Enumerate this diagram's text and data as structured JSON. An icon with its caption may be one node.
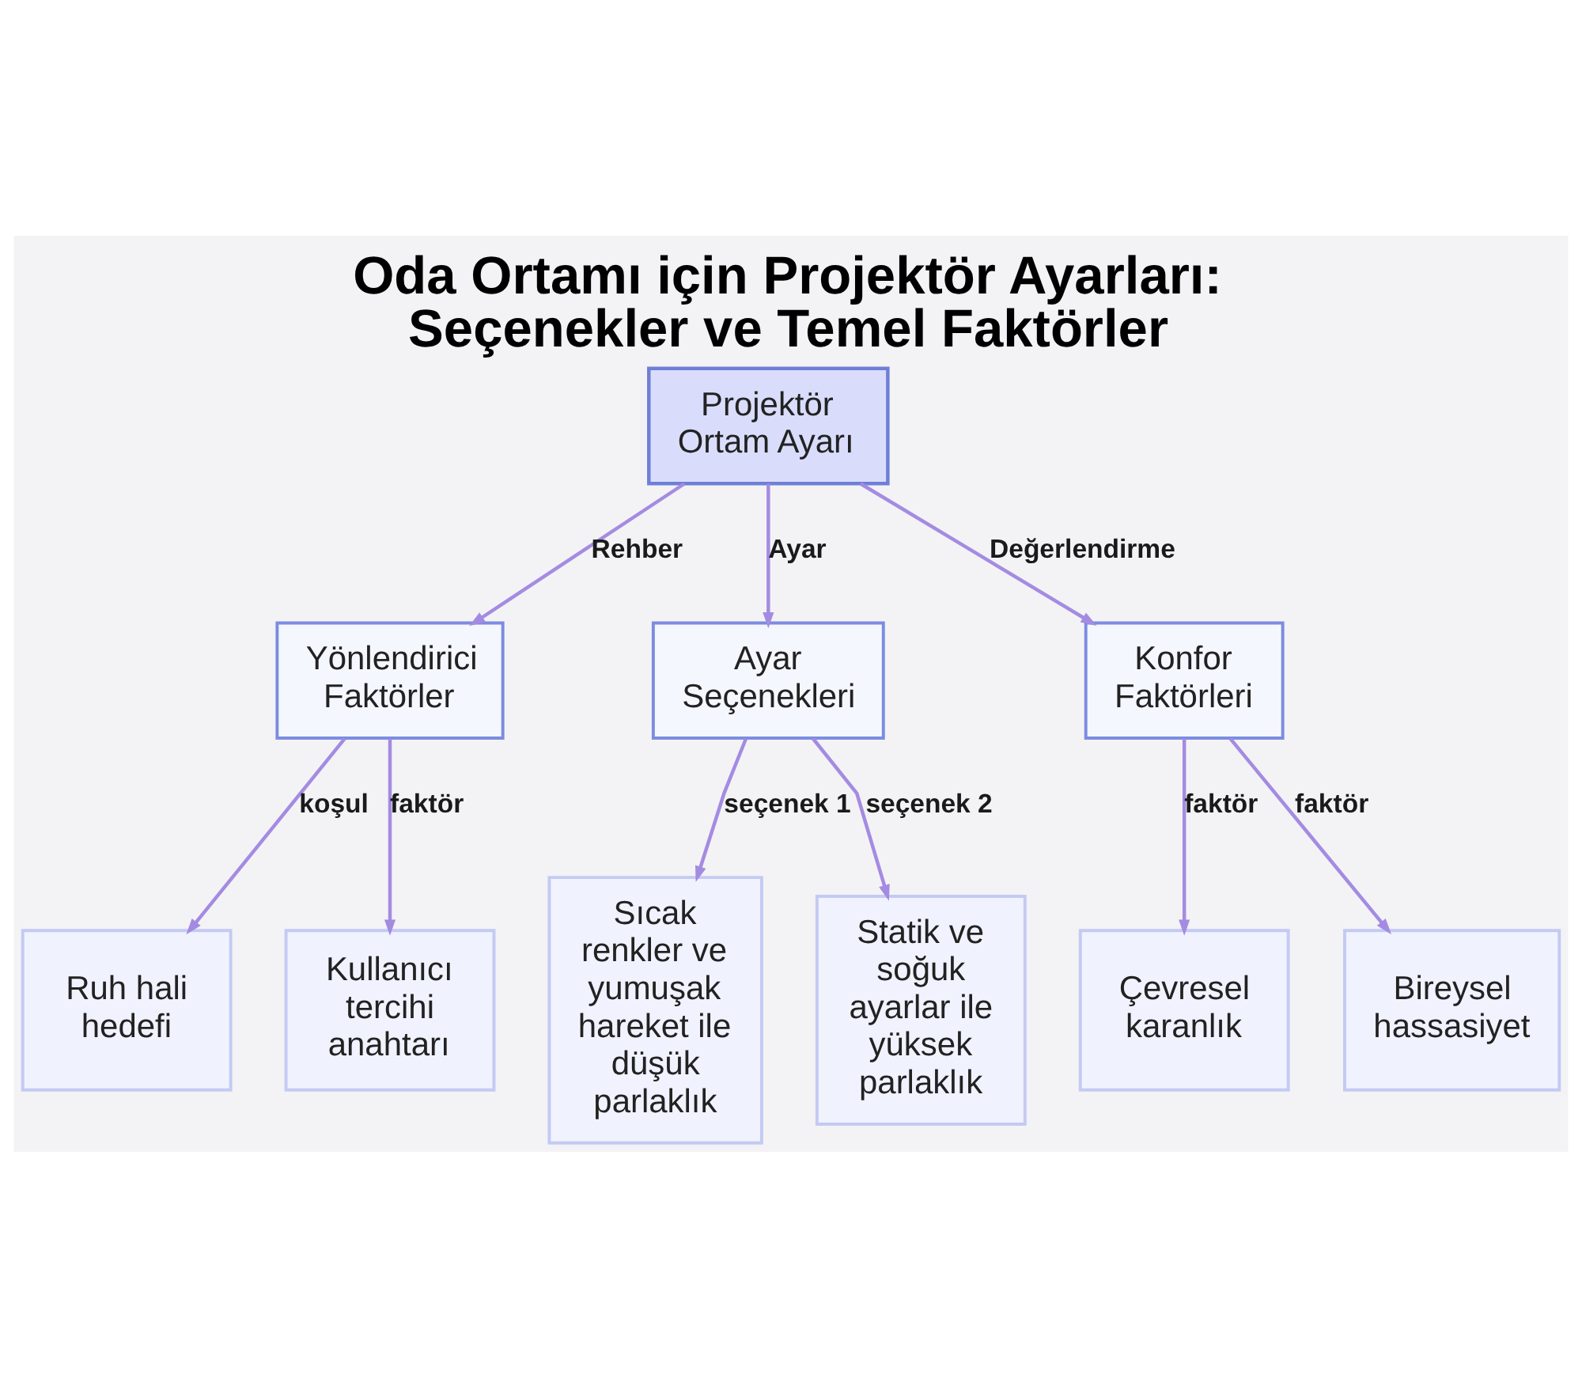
{
  "diagram": {
    "title": "Oda Ortamı için Projektör Ayarları: Seçenekler ve Temel Faktörler",
    "nodes": [
      {
        "text": [
          "Projektör Ortam Ayarı"
        ]
      },
      {
        "text": [
          "Yönlendirici Faktörler"
        ]
      },
      {
        "text": [
          "Ayar Seçenekleri"
        ]
      },
      {
        "text": [
          "Konfor Faktörleri"
        ]
      },
      {
        "text": [
          "Ruh hali hedefi"
        ]
      },
      {
        "text": [
          "Kullanıcı tercihi anahtarı"
        ]
      },
      {
        "text": [
          "Sıcak renkler ve yumuşak hareket ile düşük parlaklık"
        ]
      },
      {
        "text": [
          "Statik ve soğuk ayarlar ile yüksek parlaklık"
        ]
      },
      {
        "text": [
          "Çevresel karanlık"
        ]
      },
      {
        "text": [
          "Bireysel hassasiyet"
        ]
      }
    ],
    "edges": [
      {
        "from": 0,
        "to": 1,
        "arrow": "to",
        "label": "Rehber"
      },
      {
        "from": 0,
        "to": 2,
        "arrow": "to",
        "label": "Ayar"
      },
      {
        "from": 0,
        "to": 3,
        "arrow": "to",
        "label": "Değerlendirme"
      },
      {
        "from": 1,
        "to": 4,
        "arrow": "to",
        "label": "koşul"
      },
      {
        "from": 1,
        "to": 5,
        "arrow": "to",
        "label": "faktör"
      },
      {
        "from": 2,
        "to": 6,
        "arrow": "to",
        "label": "seçenek 1"
      },
      {
        "from": 2,
        "to": 7,
        "arrow": "to",
        "label": "seçenek 2"
      },
      {
        "from": 3,
        "to": 8,
        "arrow": "to",
        "label": "faktör"
      },
      {
        "from": 3,
        "to": 9,
        "arrow": "to",
        "label": "faktör"
      }
    ]
  }
}
